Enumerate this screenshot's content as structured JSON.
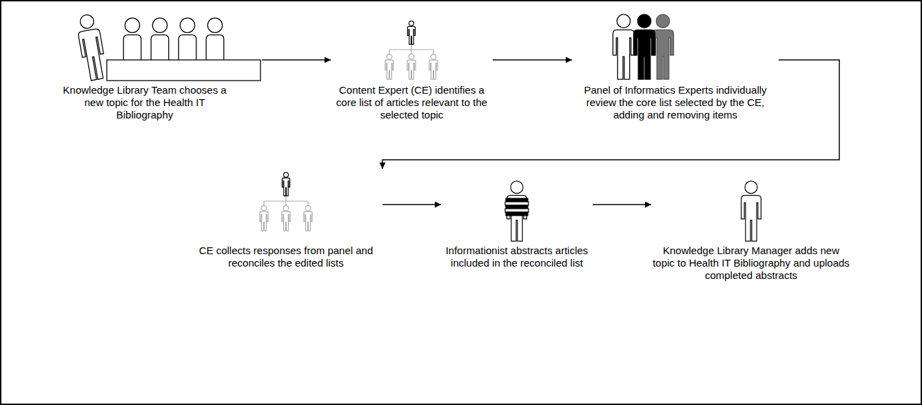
{
  "diagram": {
    "nodes": [
      {
        "text": [
          "Knowledge Library Team chooses a new topic for the Health IT Bibliography"
        ]
      },
      {
        "text": [
          "Content Expert (CE) identifies a core list of articles relevant to the selected topic"
        ]
      },
      {
        "text": [
          "Panel of Informatics Experts individually review the core list selected by the CE, adding and removing items"
        ]
      },
      {
        "text": [
          "CE collects responses from panel and reconciles the edited lists"
        ]
      },
      {
        "text": [
          "Informationist abstracts articles included in the reconciled list"
        ]
      },
      {
        "text": [
          "Knowledge Library Manager adds new topic to Health IT Bibliography and uploads completed abstracts"
        ]
      }
    ],
    "edges": [
      {
        "from": 0,
        "to": 1,
        "arrow": "to"
      },
      {
        "from": 1,
        "to": 2,
        "arrow": "to"
      },
      {
        "from": 2,
        "to": 3,
        "arrow": "to"
      },
      {
        "from": 3,
        "to": 4,
        "arrow": "to"
      },
      {
        "from": 4,
        "to": 5,
        "arrow": "to"
      }
    ]
  }
}
